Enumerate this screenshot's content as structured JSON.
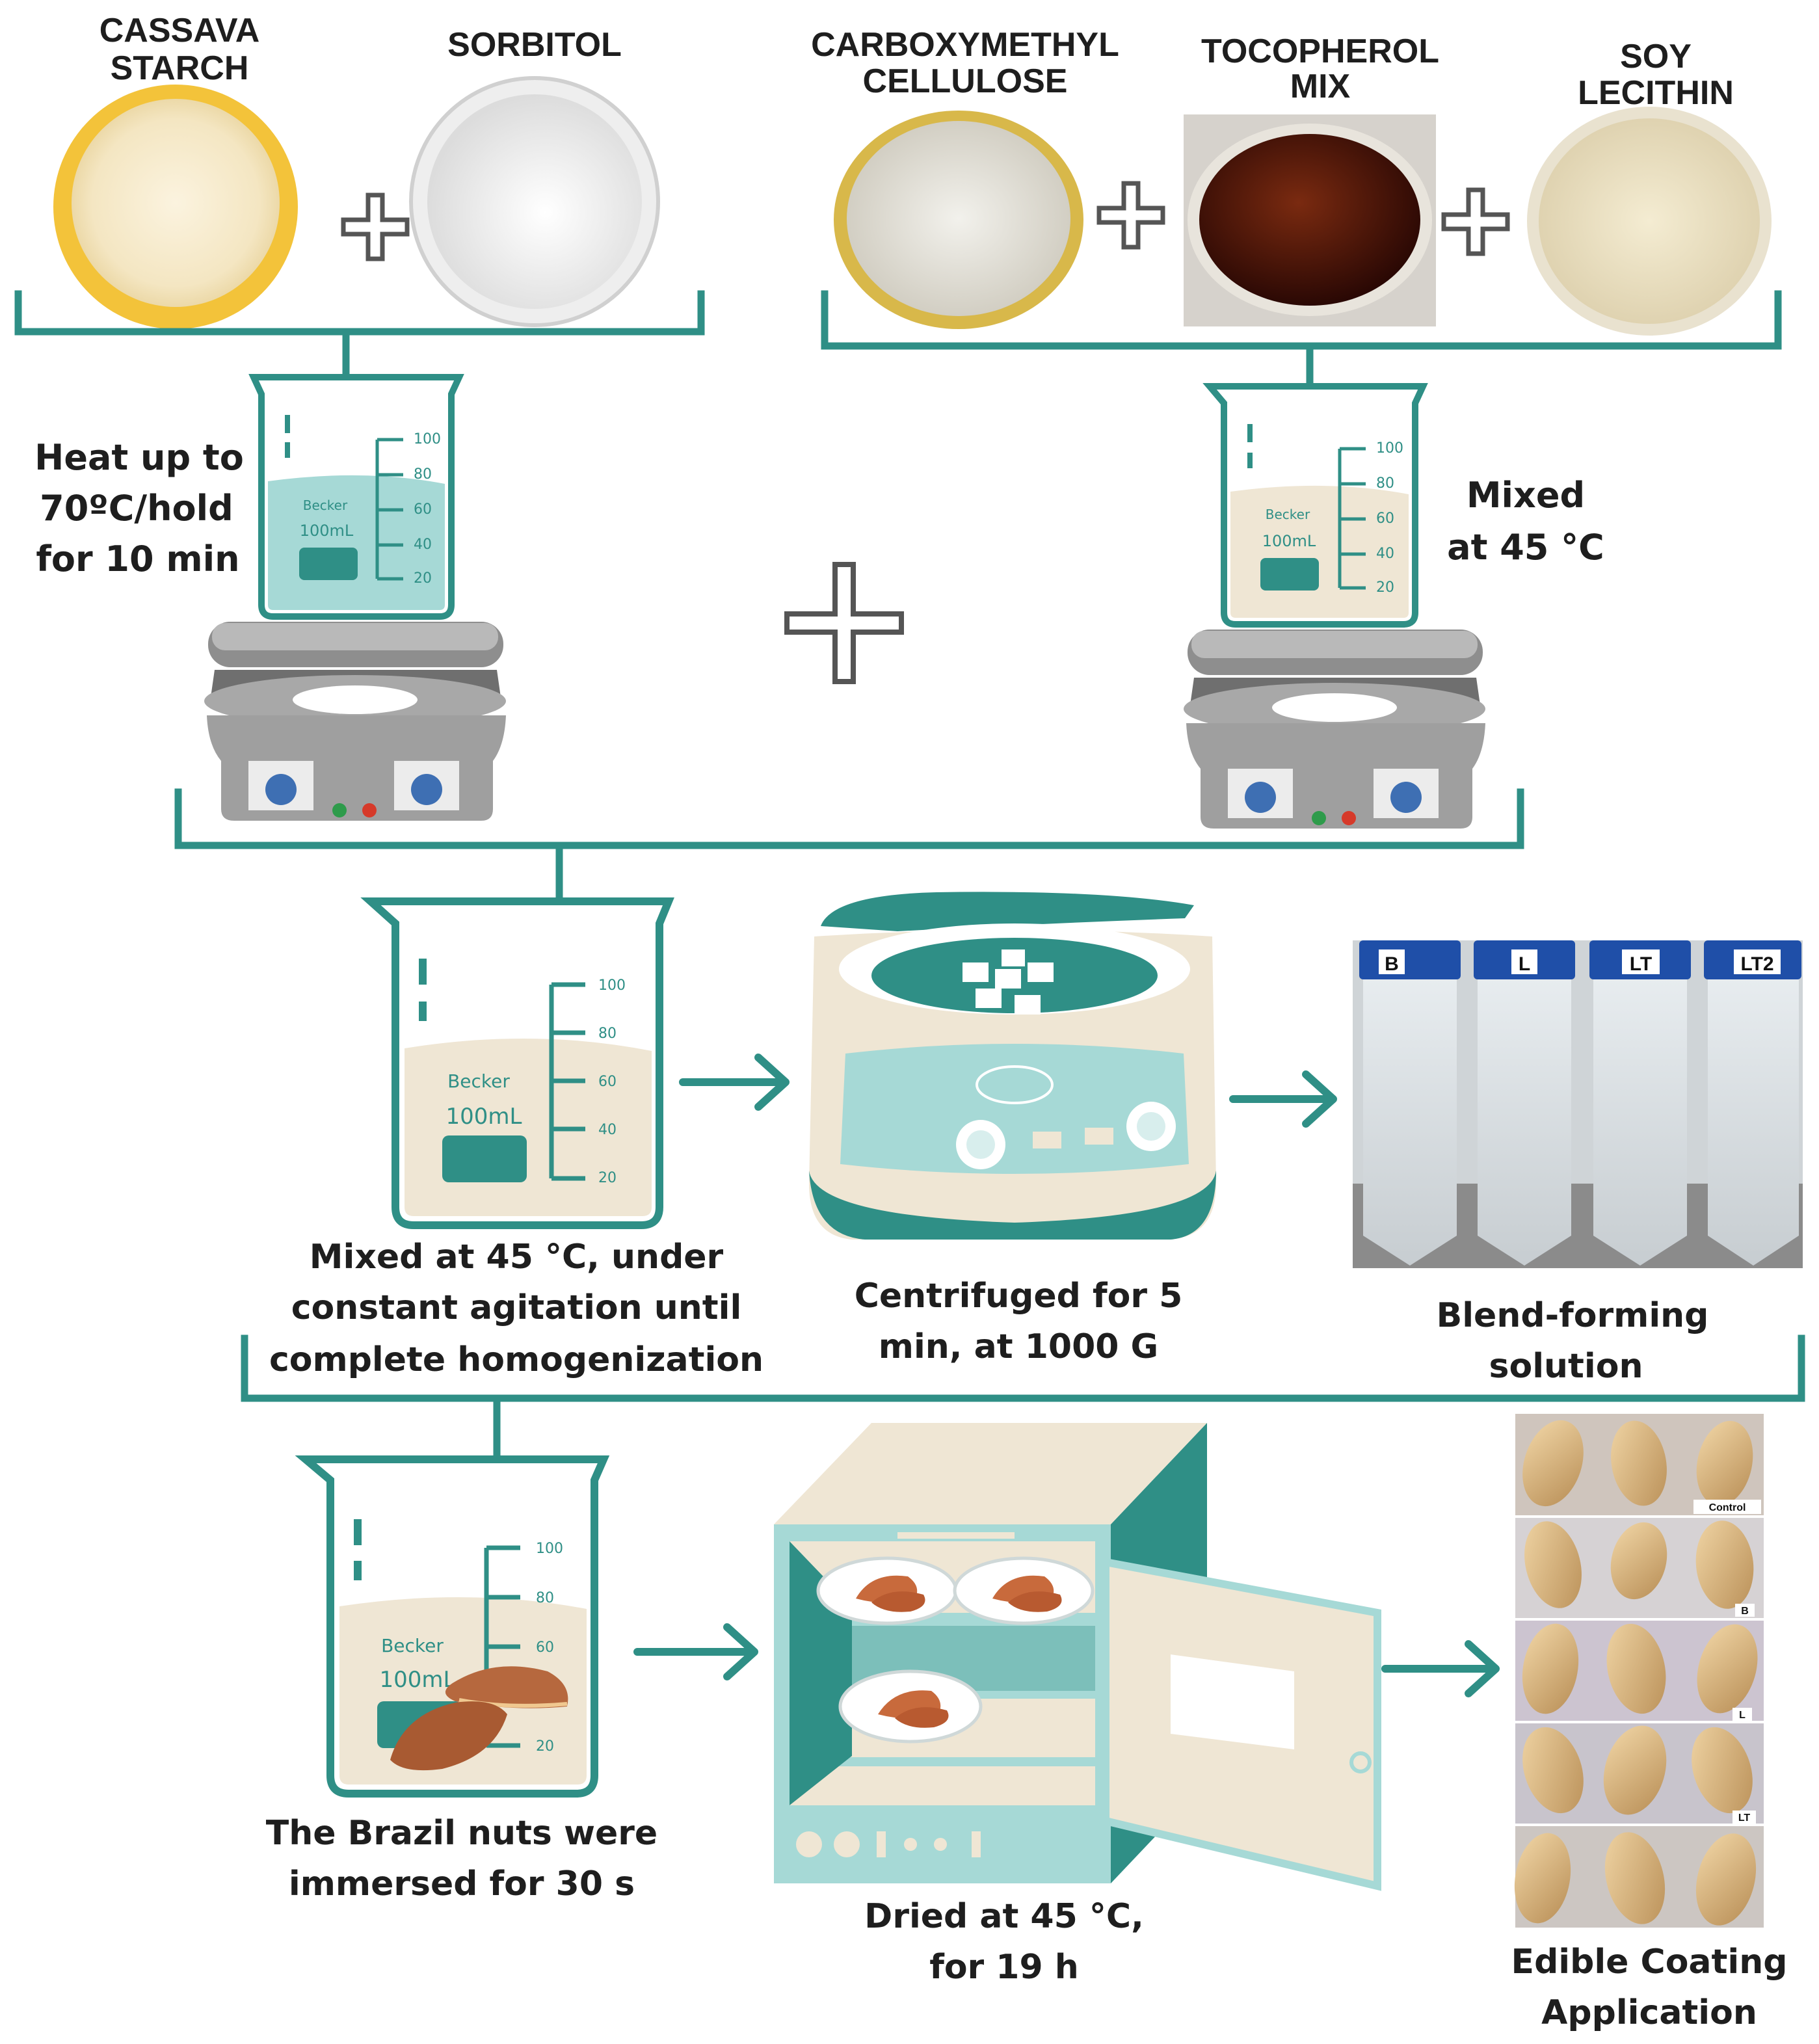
{
  "colors": {
    "teal": "#2f8f86",
    "teal_light": "#a6d9d6",
    "beige": "#efe6d4",
    "starch_bowl": "#f3c33a",
    "tocopherol": "#4a1208"
  },
  "ingredients": [
    {
      "label_line1": "CASSAVA",
      "label_line2": "STARCH"
    },
    {
      "label_line1": "SORBITOL",
      "label_line2": ""
    },
    {
      "label_line1": "CARBOXYMETHYL",
      "label_line2": "CELLULOSE"
    },
    {
      "label_line1": "TOCOPHEROL",
      "label_line2": "MIX"
    },
    {
      "label_line1": "SOY",
      "label_line2": "LECITHIN"
    }
  ],
  "step_heat": {
    "line1": "Heat up to",
    "line2": "70ºC/hold",
    "line3": "for 10 min"
  },
  "step_mix45": {
    "line1": "Mixed",
    "line2": "at 45 °C"
  },
  "beaker": {
    "text": "Becker",
    "volume": "100mL",
    "ticks": [
      "100",
      "80",
      "60",
      "40",
      "20"
    ]
  },
  "step_mix_agitation": {
    "line1": "Mixed at 45 °C, under",
    "line2": "constant agitation until",
    "line3": "complete homogenization"
  },
  "step_centrifuge": {
    "line1": "Centrifuged for 5",
    "line2": "min,  at 1000 G"
  },
  "step_blend": {
    "line1": "Blend-forming",
    "line2": "solution"
  },
  "tubes": [
    "B",
    "L",
    "LT",
    "LT2"
  ],
  "step_immerse": {
    "line1": "The Brazil nuts were",
    "line2": "immersed for 30 s"
  },
  "beaker_bottom": {
    "text": "Becker",
    "volume": "100mL"
  },
  "step_dry": {
    "line1": "Dried at 45 °C,",
    "line2": "for 19 h"
  },
  "step_final": {
    "line1": "Edible Coating",
    "line2": "Application"
  },
  "photo_tags": [
    "Control",
    "B",
    "L",
    "LT"
  ],
  "icons": [
    "plus-icon",
    "arrow-right-icon",
    "beaker-icon",
    "hot-plate-icon",
    "centrifuge-icon",
    "oven-icon",
    "petri-dish-icon",
    "brazil-nut-icon"
  ]
}
